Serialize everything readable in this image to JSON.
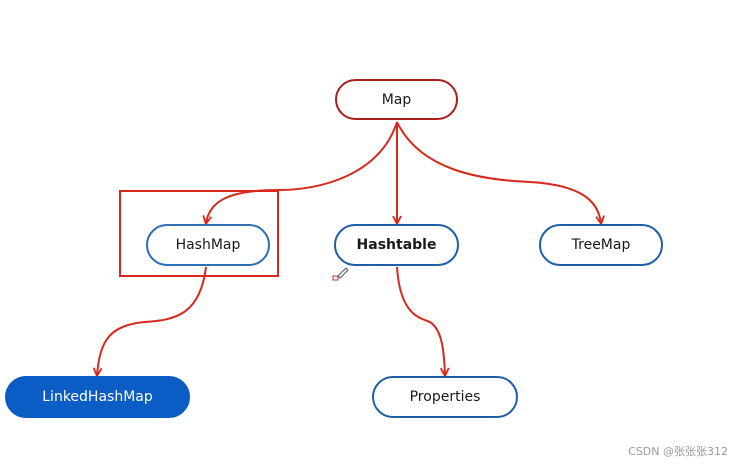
{
  "diagram": {
    "nodes": {
      "map": "Map",
      "hashmap": "HashMap",
      "hashtable": "Hashtable",
      "treemap": "TreeMap",
      "linkedhashmap": "LinkedHashMap",
      "properties": "Properties"
    },
    "edges": [
      {
        "from": "Map",
        "to": "HashMap"
      },
      {
        "from": "Map",
        "to": "Hashtable"
      },
      {
        "from": "Map",
        "to": "TreeMap"
      },
      {
        "from": "HashMap",
        "to": "LinkedHashMap"
      },
      {
        "from": "Hashtable",
        "to": "Properties"
      }
    ],
    "highlighted_node": "HashMap"
  },
  "colors": {
    "edge": "#d8281c",
    "root_border": "#a8201a",
    "node_border": "#1f5fa8",
    "filled_node": "#0b5cc4"
  },
  "watermark": "CSDN @张张张312",
  "icons": [
    "pen-cursor-icon"
  ]
}
